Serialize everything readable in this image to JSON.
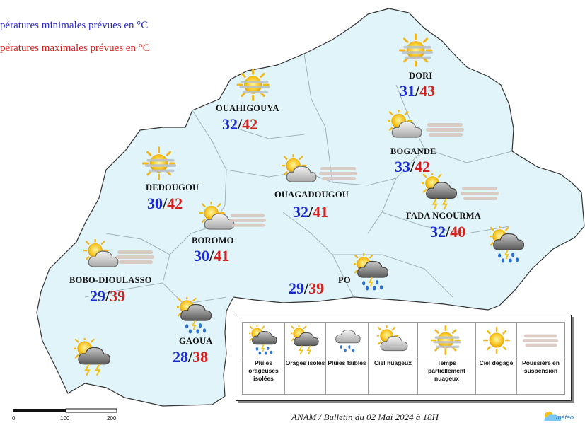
{
  "legend": {
    "min_label": "pératures minimales prévues en °C",
    "max_label": "pératures maximales prévues en °C"
  },
  "colors": {
    "min": "#1a2ad0",
    "max": "#d41f1f",
    "land": "#e0f4fa",
    "border": "#9fb3ba"
  },
  "cities": [
    {
      "name": "DORI",
      "min": "31",
      "max": "43",
      "icon": "partly-cloudy-haze-icon"
    },
    {
      "name": "OUAHIGOUYA",
      "min": "32",
      "max": "42",
      "icon": "partly-cloudy-haze-icon"
    },
    {
      "name": "BOGANDE",
      "min": "33",
      "max": "42",
      "icon": "cloudy-sun-icon"
    },
    {
      "name": "DEDOUGOU",
      "min": "30",
      "max": "42",
      "icon": "partly-cloudy-haze-icon"
    },
    {
      "name": "OUAGADOUGOU",
      "min": "32",
      "max": "41",
      "icon": "cloudy-sun-icon"
    },
    {
      "name": "FADA NGOURMA",
      "min": "32",
      "max": "40",
      "icon": "isolated-storms-icon"
    },
    {
      "name": "BOROMO",
      "min": "30",
      "max": "41",
      "icon": "cloudy-sun-icon"
    },
    {
      "name": "BOBO-DIOULASSO",
      "min": "29",
      "max": "39",
      "icon": "cloudy-sun-icon"
    },
    {
      "name": "PO",
      "min": "29",
      "max": "39",
      "icon": "isolated-stormy-rain-icon"
    },
    {
      "name": "GAOUA",
      "min": "28",
      "max": "38",
      "icon": "isolated-stormy-rain-icon"
    }
  ],
  "icon_legend": [
    {
      "label": "Pluies orageuses isolées",
      "icon": "isolated-stormy-rain-icon"
    },
    {
      "label": "Orages isolés",
      "icon": "isolated-storms-icon"
    },
    {
      "label": "Pluies faibles",
      "icon": "light-rain-icon"
    },
    {
      "label": "Ciel nuageux",
      "icon": "cloudy-sun-icon"
    },
    {
      "label": "Temps partiellement nuageux",
      "icon": "partly-cloudy-haze-icon"
    },
    {
      "label": "Ciel dégagé",
      "icon": "clear-sky-icon"
    },
    {
      "label": "Poussière en suspension",
      "icon": "dust-icon"
    }
  ],
  "scale": {
    "labels": [
      "0",
      "100",
      "200"
    ]
  },
  "footer": "ANAM / Bulletin du 02 Mai 2024 à 18H",
  "logo_text": "météo"
}
